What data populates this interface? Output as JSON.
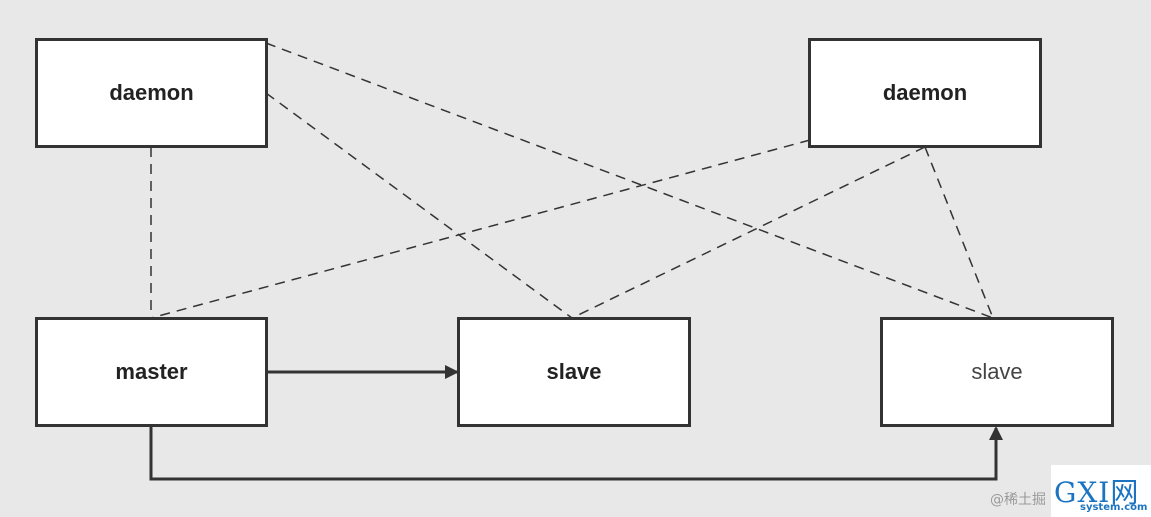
{
  "nodes": {
    "daemon_left": {
      "label": "daemon"
    },
    "daemon_right": {
      "label": "daemon"
    },
    "master": {
      "label": "master"
    },
    "slave_middle": {
      "label": "slave"
    },
    "slave_right": {
      "label": "slave"
    }
  },
  "watermark": {
    "prefix": "@稀土掘",
    "logo": "GXI网",
    "domain": "system.com"
  },
  "colors": {
    "background": "#e8e8e8",
    "line": "#333333",
    "box_fill": "#ffffff"
  }
}
